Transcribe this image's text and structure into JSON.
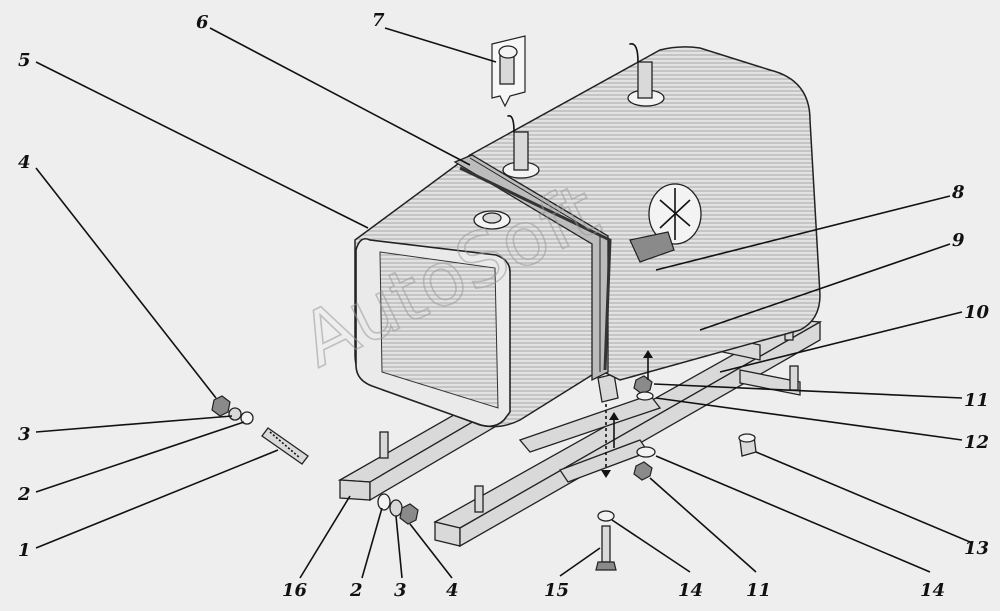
{
  "watermark": "AutoSoft",
  "callouts": {
    "c1": "1",
    "c2a": "2",
    "c2b": "2",
    "c3a": "3",
    "c3b": "3",
    "c4a": "4",
    "c4b": "4",
    "c5": "5",
    "c6": "6",
    "c7": "7",
    "c8": "8",
    "c9": "9",
    "c10": "10",
    "c11a": "11",
    "c11b": "11",
    "c12": "12",
    "c13": "13",
    "c14a": "14",
    "c14b": "14",
    "c15": "15",
    "c16": "16"
  }
}
